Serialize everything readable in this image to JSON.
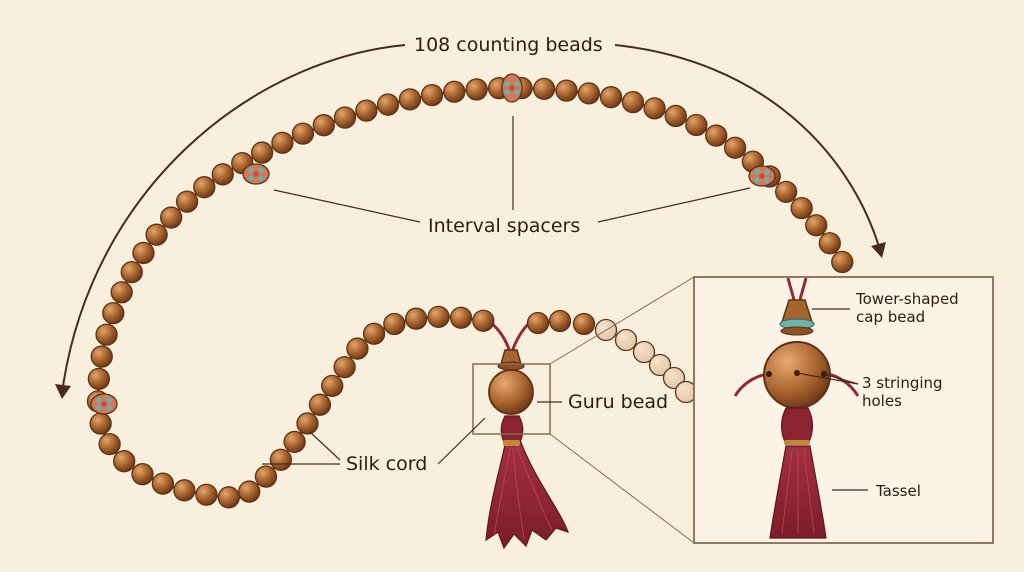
{
  "labels": {
    "counting_beads": "108 counting beads",
    "interval_spacers": "Interval spacers",
    "guru_bead": "Guru bead",
    "silk_cord": "Silk cord",
    "tower_cap": "Tower-shaped\ncap bead",
    "stringing_holes": "3 stringing\nholes",
    "tassel": "Tassel"
  },
  "colors": {
    "background": "#f8efdd",
    "bead": "#a8642f",
    "bead_outline": "#5e3217",
    "spacer_teal": "#5fb6ad",
    "spacer_red": "#d0483a",
    "cord": "#8e2b33",
    "tassel": "#8b2330",
    "line": "#4a2a1c",
    "panel_border": "#8a6a50"
  }
}
